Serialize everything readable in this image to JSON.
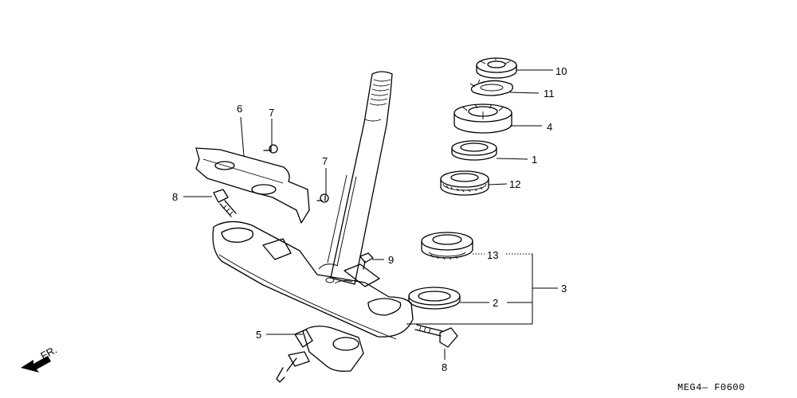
{
  "callouts": {
    "p1": "1",
    "p2": "2",
    "p3": "3",
    "p4": "4",
    "p5": "5",
    "p6": "6",
    "p7a": "7",
    "p7b": "7",
    "p8a": "8",
    "p8b": "8",
    "p9": "9",
    "p10": "10",
    "p11": "11",
    "p12": "12",
    "p13": "13"
  },
  "direction_label": "FR.",
  "diagram_code": "MEG4— F0600"
}
